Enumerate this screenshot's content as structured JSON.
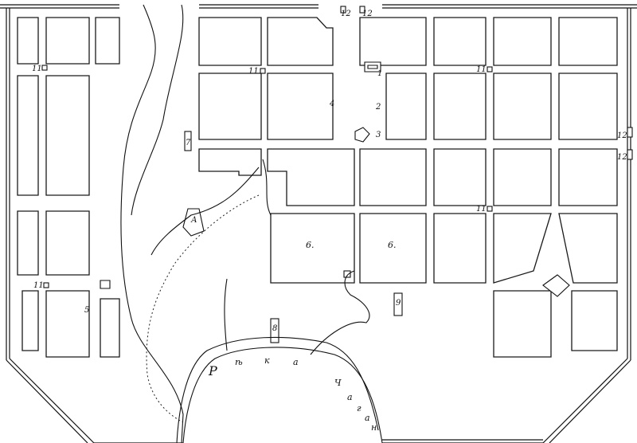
{
  "map": {
    "labels": {
      "gate_top_left": "12",
      "gate_top_right": "12",
      "gate_right_upper": "12",
      "gate_right_lower": "12",
      "n1": "1",
      "n2": "2",
      "n3": "3",
      "n4": "4",
      "n5": "5",
      "n6a": "6.",
      "n6b": "6.",
      "n7": "7",
      "n8": "8",
      "n9": "9",
      "n11a": "11",
      "n11b": "11",
      "n11c": "11",
      "n11d": "11",
      "n11e": "11",
      "river_1": "Р",
      "river_2": "ѣ",
      "river_3": "к",
      "river_4": "а",
      "river_5": "Ч",
      "river_6": "а",
      "river_7": "г",
      "river_8": "а",
      "river_9": "н",
      "legend_A": "А"
    }
  }
}
